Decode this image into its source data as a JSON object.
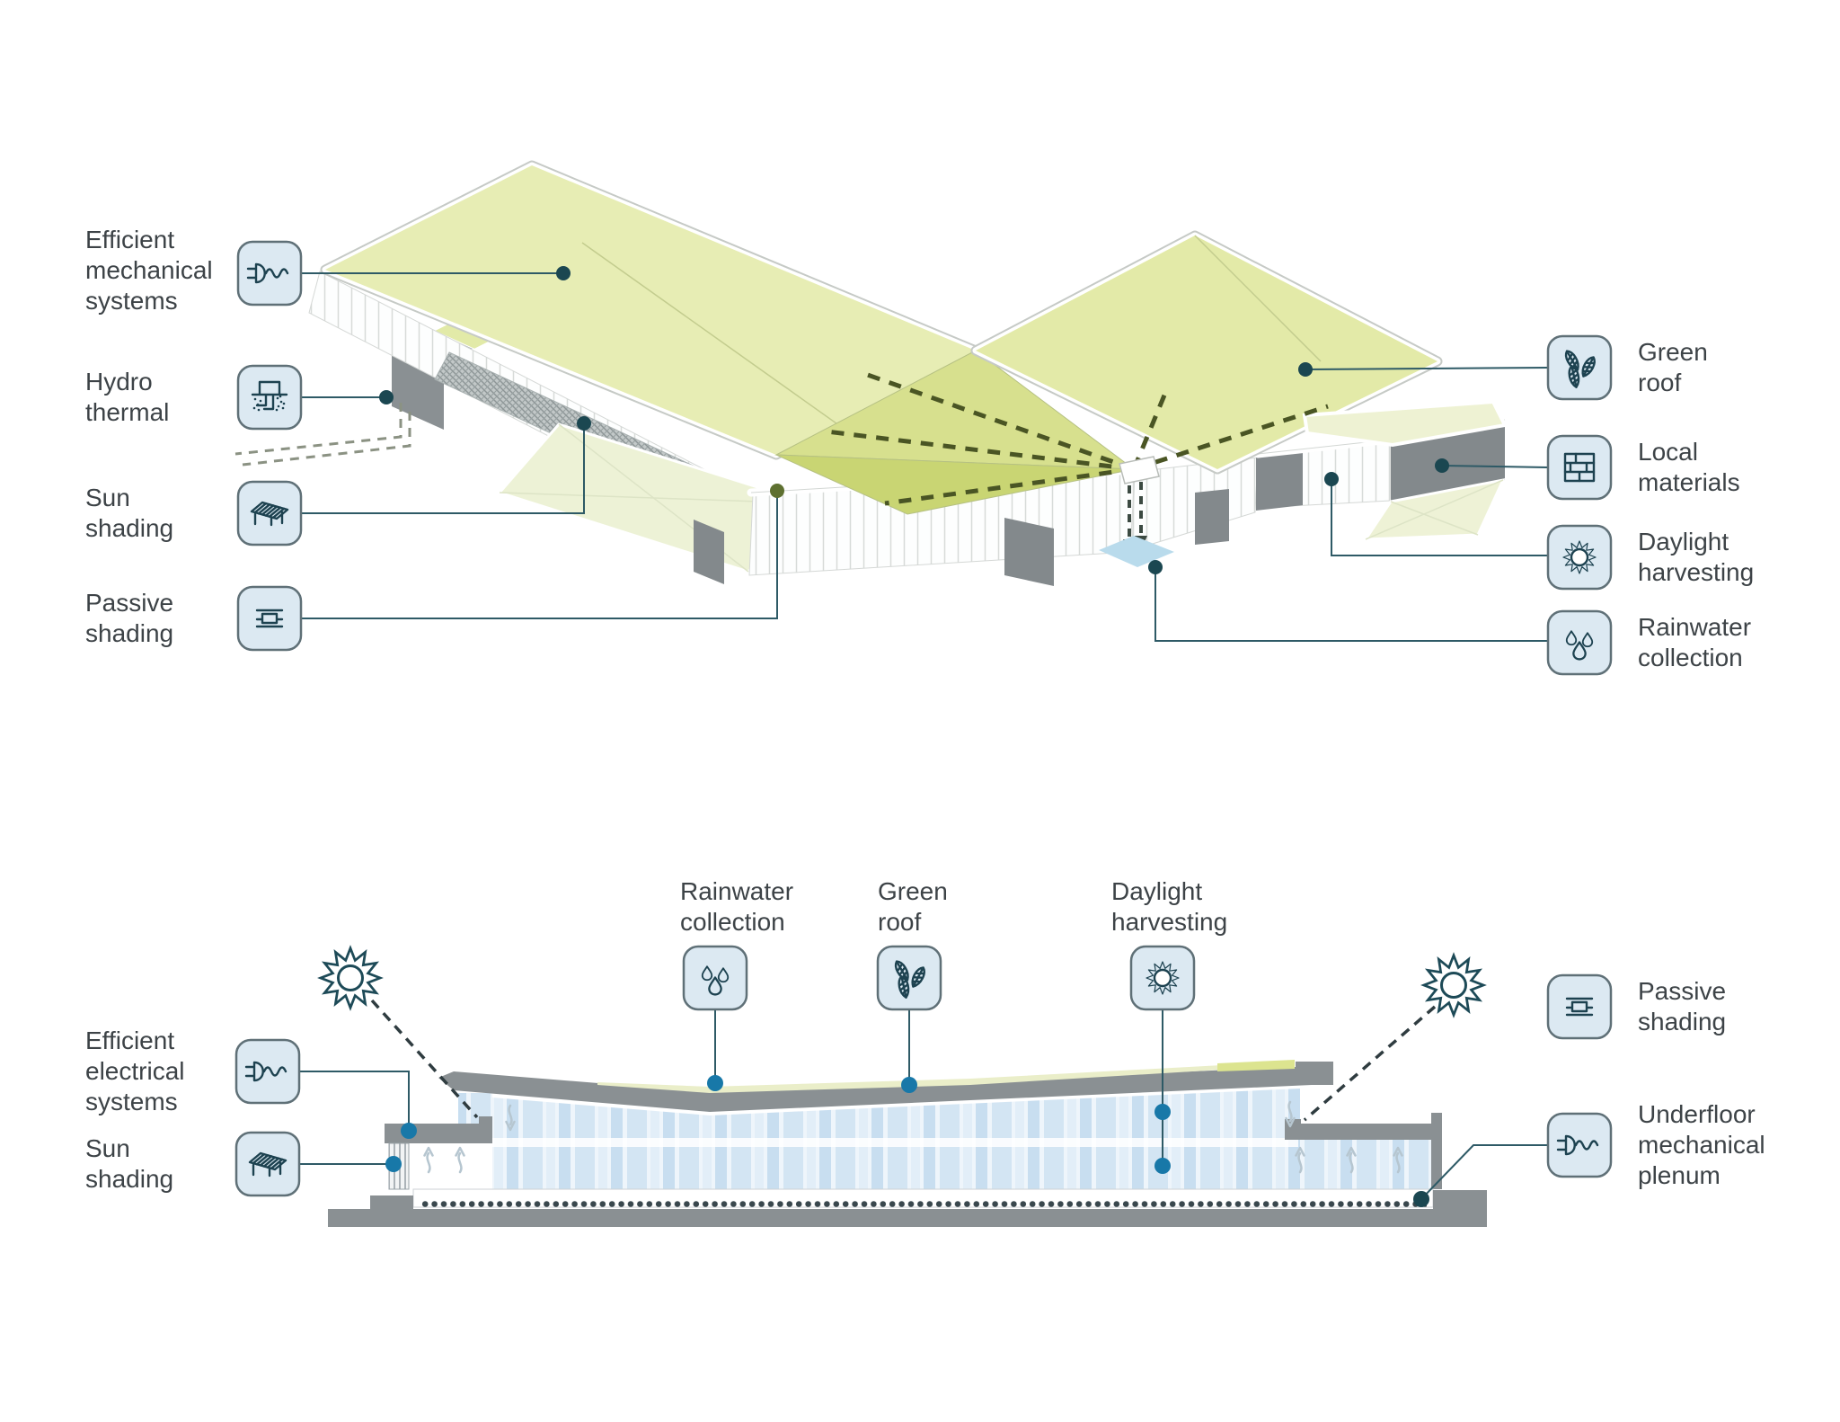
{
  "colors": {
    "roof_green_light": "#e7edb4",
    "roof_green_mid": "#d9e297",
    "roof_green_dark": "#cbd87a",
    "canopy_green_pale": "#edf2d6",
    "slab_gray": "#8a9093",
    "block_gray": "#83898c",
    "icon_bg": "#dce9f2",
    "icon_border": "#5f7077",
    "icon_glyph": "#1d4250",
    "leader": "#2e5a66",
    "dot_teal": "#1b4751",
    "dot_blue": "#1878a8",
    "dot_olive": "#5e7030",
    "glazing_blue": "#d6e7f4",
    "diamond_blue": "#b9dbec",
    "text": "#3d4347"
  },
  "axon": {
    "left_labels": [
      {
        "id": "efficient-mechanical",
        "label": "Efficient\nmechanical\nsystems",
        "icon": "plug-icon"
      },
      {
        "id": "hydro-thermal",
        "label": "Hydro\nthermal",
        "icon": "geothermal-icon"
      },
      {
        "id": "sun-shading",
        "label": "Sun\nshading",
        "icon": "pergola-icon"
      },
      {
        "id": "passive-shading",
        "label": "Passive\nshading",
        "icon": "shading-fin-icon"
      }
    ],
    "right_labels": [
      {
        "id": "green-roof",
        "label": "Green\nroof",
        "icon": "leaves-icon"
      },
      {
        "id": "local-materials",
        "label": "Local\nmaterials",
        "icon": "bricks-icon"
      },
      {
        "id": "daylight-harvesting",
        "label": "Daylight\nharvesting",
        "icon": "sun-icon"
      },
      {
        "id": "rainwater-collection",
        "label": "Rainwater\ncollection",
        "icon": "water-drops-icon"
      }
    ]
  },
  "section": {
    "top_labels": [
      {
        "id": "rainwater-collection",
        "label": "Rainwater\ncollection",
        "icon": "water-drops-icon"
      },
      {
        "id": "green-roof",
        "label": "Green\nroof",
        "icon": "leaves-icon"
      },
      {
        "id": "daylight-harvesting",
        "label": "Daylight\nharvesting",
        "icon": "sun-icon"
      }
    ],
    "left_labels": [
      {
        "id": "efficient-electrical",
        "label": "Efficient\nelectrical\nsystems",
        "icon": "plug-icon"
      },
      {
        "id": "sun-shading",
        "label": "Sun\nshading",
        "icon": "pergola-icon"
      }
    ],
    "right_labels": [
      {
        "id": "passive-shading",
        "label": "Passive\nshading",
        "icon": "shading-fin-icon"
      },
      {
        "id": "underfloor-plenum",
        "label": "Underfloor\nmechanical\nplenum",
        "icon": "plug-icon"
      }
    ]
  }
}
